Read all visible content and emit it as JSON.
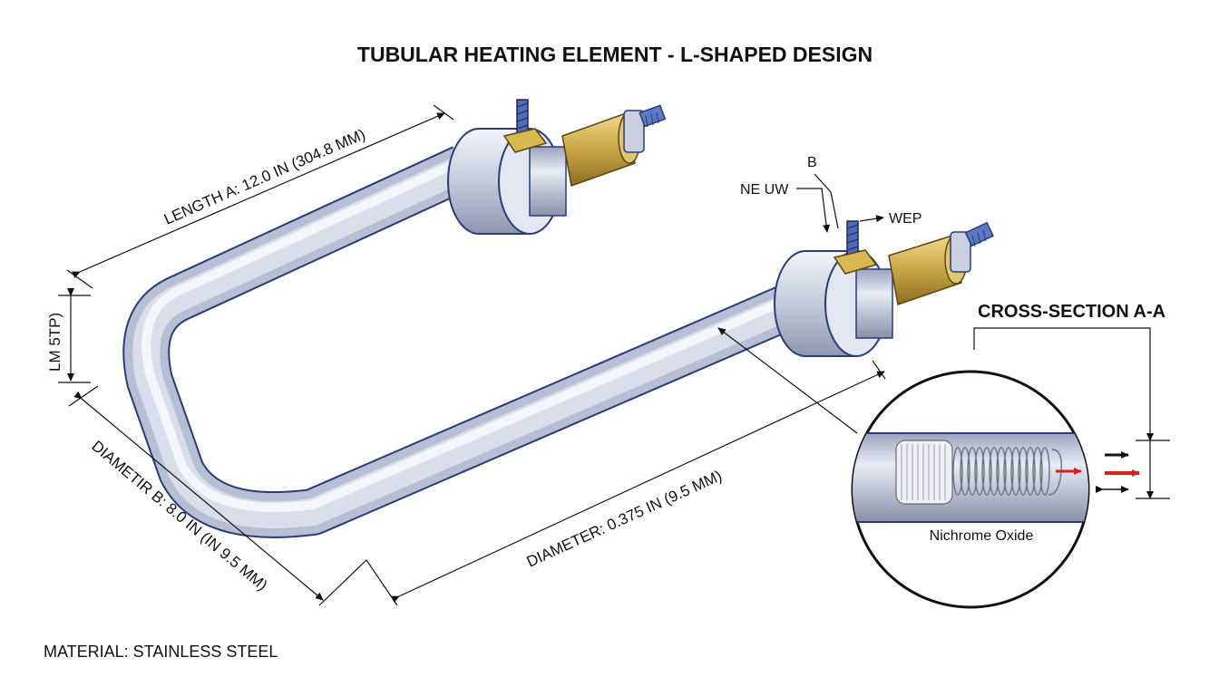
{
  "diagram": {
    "title": "TUBULAR HEATING ELEMENT - L-SHAPED DESIGN",
    "dimensions": {
      "length_a": "LENGTH A: 12.0 IN (304.8 MM)",
      "side": "LM 5TP)",
      "diameter_b": "DIAMETIR B: 8.0 IN (IN 9.5 MM)",
      "diameter": "DIAMETER: 0.375 IN (9.5 MM)"
    },
    "callouts": {
      "b": "B",
      "ne_uw": "NE UW",
      "wep": "WEP"
    },
    "cross_section": {
      "heading": "CROSS-SECTION A-A",
      "label": "Nichrome Oxide"
    },
    "material": "MATERIAL: STAINLESS STEEL",
    "colors": {
      "tube_light": "#eef1f8",
      "tube_mid": "#b7bfd4",
      "tube_outline": "#2b3b78",
      "brass": "#c9a545",
      "bolt_blue": "#4e69b8",
      "heat_arrow": "#d81f1f"
    }
  }
}
